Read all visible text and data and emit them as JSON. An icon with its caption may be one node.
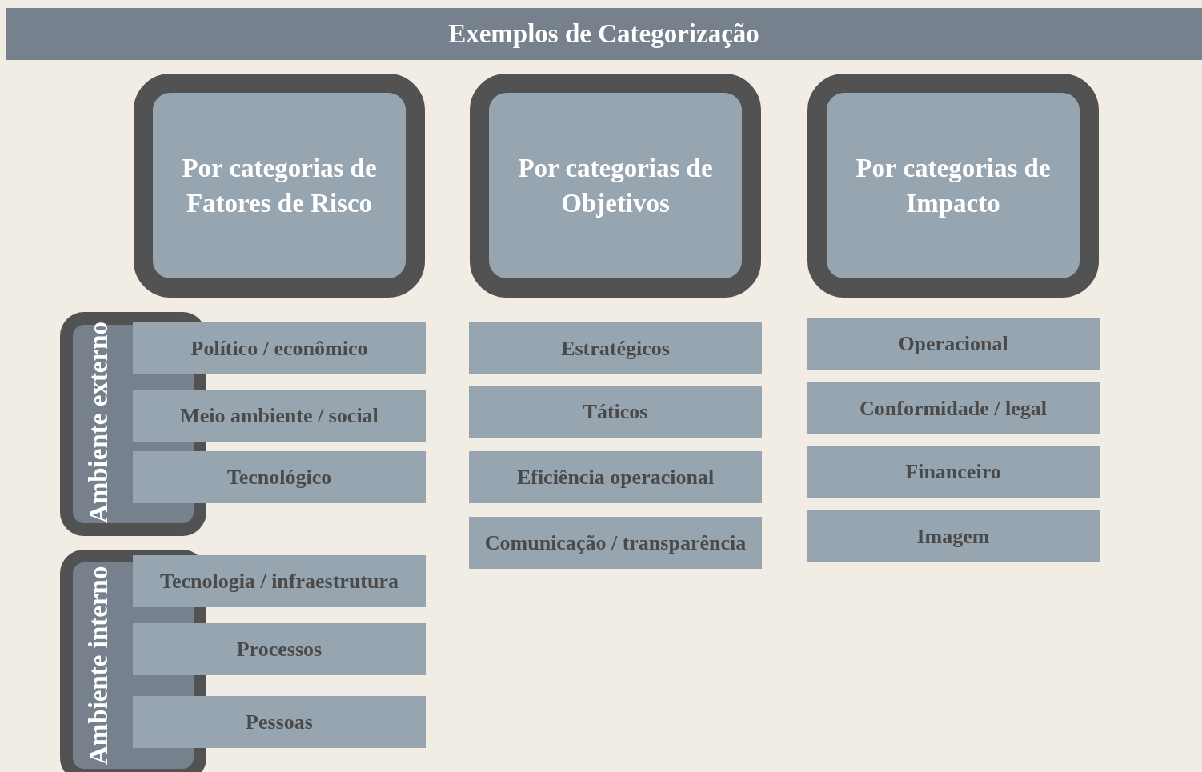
{
  "diagram": {
    "title": "Exemplos de Categorização",
    "nodes": [
      {
        "text": [
          "Por categorias de Fatores de Risco"
        ]
      },
      {
        "text": [
          "Por categorias de Objetivos"
        ]
      },
      {
        "text": [
          "Por categorias de Impacto"
        ]
      },
      {
        "text": [
          "Ambiente externo"
        ]
      },
      {
        "text": [
          "Político / econômico"
        ]
      },
      {
        "text": [
          "Meio ambiente / social"
        ]
      },
      {
        "text": [
          "Tecnológico"
        ]
      },
      {
        "text": [
          "Ambiente interno"
        ]
      },
      {
        "text": [
          "Tecnologia / infraestrutura"
        ]
      },
      {
        "text": [
          "Processos"
        ]
      },
      {
        "text": [
          "Pessoas"
        ]
      },
      {
        "text": [
          "Estratégicos"
        ]
      },
      {
        "text": [
          "Táticos"
        ]
      },
      {
        "text": [
          "Eficiência operacional"
        ]
      },
      {
        "text": [
          "Comunicação / transparência"
        ]
      },
      {
        "text": [
          "Operacional"
        ]
      },
      {
        "text": [
          "Conformidade / legal"
        ]
      },
      {
        "text": [
          "Financeiro"
        ]
      },
      {
        "text": [
          "Imagem"
        ]
      }
    ]
  }
}
